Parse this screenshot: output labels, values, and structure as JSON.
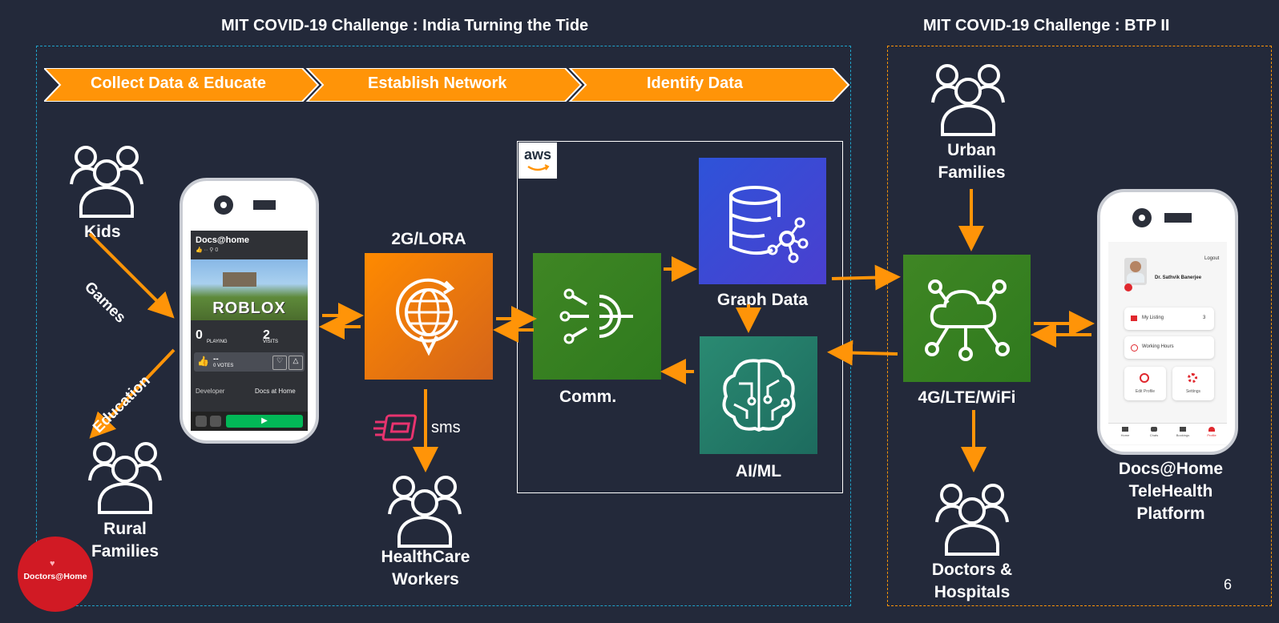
{
  "titles": {
    "left": "MIT COVID-19 Challenge : India Turning the Tide",
    "right": "MIT COVID-19 Challenge : BTP II"
  },
  "chevrons": [
    "Collect Data & Educate",
    "Establish Network",
    "Identify Data"
  ],
  "people": {
    "kids": "Kids",
    "rural": [
      "Rural",
      "Families"
    ],
    "healthcare": [
      "HealthCare",
      "Workers"
    ],
    "urban": [
      "Urban",
      "Families"
    ],
    "doctors": [
      "Doctors &",
      "Hospitals"
    ]
  },
  "edges": {
    "games": "Games",
    "education": "Education",
    "sms": "sms"
  },
  "nodes": {
    "lora": "2G/LORA",
    "comm": "Comm.",
    "graph": "Graph Data",
    "aiml": "AI/ML",
    "lte": "4G/LTE/WiFi",
    "aws": "aws"
  },
  "phone_left": {
    "app": "Docs@home",
    "game": "ROBLOX",
    "playing_count": "0",
    "playing_label": "PLAYING",
    "visits_count": "2",
    "visits_label": "VISITS",
    "votes_count": "--",
    "votes_label": "0 VOTES",
    "developer_label": "Developer",
    "developer_name": "Docs at Home"
  },
  "phone_right": {
    "logout": "Logout",
    "doctor": "Dr. Sathvik Banerjee",
    "menu": [
      "My Listing",
      "Working Hours"
    ],
    "listing_count": "3",
    "tiles": [
      "Edit Profile",
      "Settings"
    ],
    "nav": [
      "Home",
      "Chats",
      "Bookings",
      "Profile"
    ]
  },
  "platform": [
    "Docs@Home",
    "TeleHealth",
    "Platform"
  ],
  "logo": "Doctors@Home",
  "page_number": "6",
  "colors": {
    "background": "#23293a",
    "orange": "#ff9408",
    "green": "#3f8624",
    "blue": "#3b48cc",
    "teal": "#1f7a6c",
    "logo_red": "#d11a24"
  }
}
